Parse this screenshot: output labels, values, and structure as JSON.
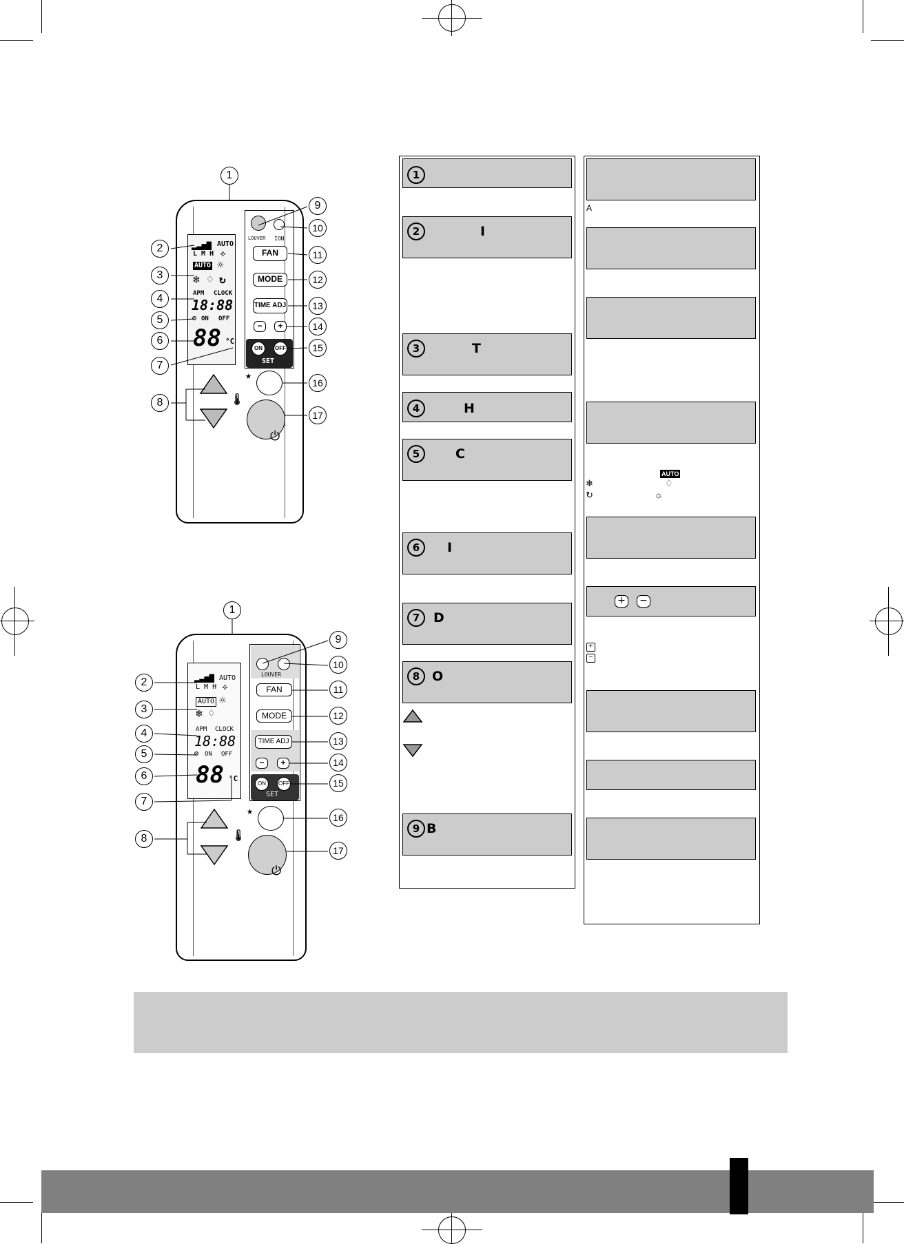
{
  "remote_callouts": [
    "1",
    "2",
    "3",
    "4",
    "5",
    "6",
    "7",
    "8",
    "9",
    "10",
    "11",
    "12",
    "13",
    "14",
    "15",
    "16",
    "17"
  ],
  "remote_top": {
    "lcd": {
      "auto": "AUTO",
      "lmh": "L M H",
      "auto_mode": "AUTO",
      "apm": "APM",
      "clock": "CLOCK",
      "time": "18:88",
      "on": "ON",
      "off": "OFF",
      "temp": "88",
      "unit": "°C"
    },
    "buttons": {
      "louver": "LOUVER",
      "ion": "ION",
      "fan": "FAN",
      "mode": "MODE",
      "time_adj": "TIME ADJ",
      "minus": "−",
      "plus": "+",
      "on": "ON",
      "off": "OFF",
      "set": "SET"
    }
  },
  "remote_bottom": {
    "lcd": {
      "auto": "AUTO",
      "lmh": "L M H",
      "auto_mode": "AUTO",
      "apm": "APM",
      "clock": "CLOCK",
      "time": "18:88",
      "on": "ON",
      "off": "OFF",
      "temp": "88",
      "unit": "°C"
    },
    "buttons": {
      "louver": "LOUVER",
      "fan": "FAN",
      "mode": "MODE",
      "time_adj": "TIME ADJ",
      "minus": "−",
      "plus": "+",
      "on": "ON",
      "off": "OFF",
      "set": "SET"
    }
  },
  "left_column": {
    "sections": [
      {
        "num": "1",
        "letter": ""
      },
      {
        "num": "2",
        "letter": "I"
      },
      {
        "num": "3",
        "letter": "T"
      },
      {
        "num": "4",
        "letter": "H"
      },
      {
        "num": "5",
        "letter": "C"
      },
      {
        "num": "6",
        "letter": "I"
      },
      {
        "num": "7",
        "letter": "D"
      },
      {
        "num": "8",
        "letter": "O"
      },
      {
        "num": "9",
        "letter": "B"
      }
    ]
  },
  "right_column": {
    "note_a": "A",
    "auto_badge": "AUTO",
    "plus_sym": "+",
    "minus_sym": "−"
  }
}
